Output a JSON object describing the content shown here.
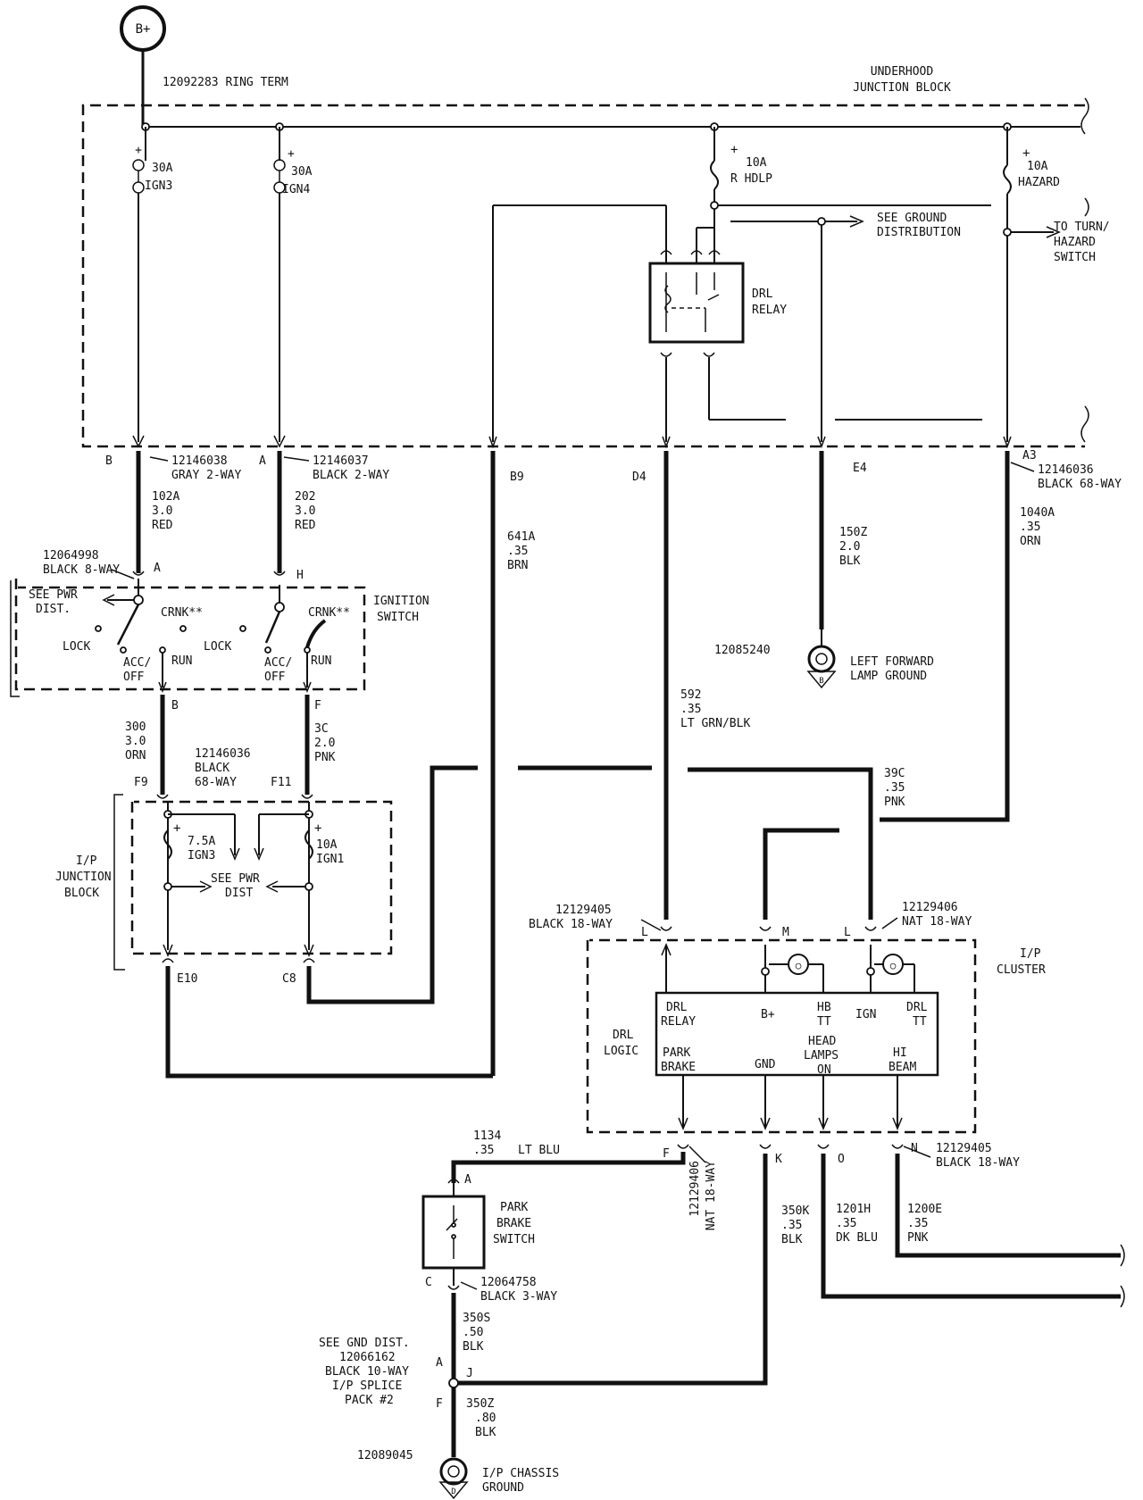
{
  "battery": {
    "label": "B+"
  },
  "ring_term": "12092283 RING TERM",
  "underhood": {
    "title1": "UNDERHOOD",
    "title2": "JUNCTION BLOCK",
    "fuses": [
      {
        "amps": "30A",
        "name": "IGN3"
      },
      {
        "amps": "30A",
        "name": "IGN4"
      },
      {
        "amps": "10A",
        "name": "R HDLP"
      },
      {
        "amps": "10A",
        "name": "HAZARD"
      }
    ],
    "ground_dist1": "SEE GROUND",
    "ground_dist2": "DISTRIBUTION",
    "turn1": "TO TURN/",
    "turn2": "HAZARD",
    "turn3": "SWITCH",
    "relay1": "DRL",
    "relay2": "RELAY"
  },
  "connectors": {
    "c1": {
      "pin": "B",
      "part": "12146038",
      "desc": "GRAY 2-WAY"
    },
    "c2": {
      "pin": "A",
      "part": "12146037",
      "desc": "BLACK 2-WAY"
    },
    "c3": {
      "part": "12146036",
      "desc": "BLACK 68-WAY",
      "pins": [
        "B9",
        "D4",
        "E4",
        "A3"
      ]
    },
    "ign_conn": {
      "part": "12064998",
      "desc": "BLACK 8-WAY",
      "pin_a": "A",
      "pin_h": "H"
    },
    "ign_out": {
      "pin_b": "B",
      "pin_f": "F"
    },
    "ip_conn": {
      "part": "12146036",
      "desc1": "BLACK",
      "desc2": "68-WAY",
      "pin_f9": "F9",
      "pin_f11": "F11",
      "pin_e10": "E10",
      "pin_c8": "C8"
    },
    "cl_left": {
      "part": "12129405",
      "desc": "BLACK 18-WAY",
      "pin": "L"
    },
    "cl_mid": {
      "pin": "M"
    },
    "cl_right": {
      "part": "12129406",
      "desc": "NAT 18-WAY",
      "pin": "L"
    },
    "cl_bottom": {
      "part": "12129405",
      "desc": "BLACK 18-WAY",
      "pin_n": "N",
      "pin_o": "O",
      "pin_k": "K",
      "pin_f": "F"
    },
    "cl_vert": {
      "part": "12129406",
      "desc": "NAT 18-WAY"
    },
    "pb_conn": {
      "part": "12064758",
      "desc": "BLACK 3-WAY",
      "pin_a": "A",
      "pin_c": "C"
    }
  },
  "wires": {
    "w102A": [
      "102A",
      "3.0",
      "RED"
    ],
    "w202": [
      "202",
      "3.0",
      "RED"
    ],
    "w641A": [
      "641A",
      ".35",
      "BRN"
    ],
    "w150Z": [
      "150Z",
      "2.0",
      "BLK"
    ],
    "w1040A": [
      "1040A",
      ".35",
      "ORN"
    ],
    "w300": [
      "300",
      "3.0",
      "ORN"
    ],
    "w3C": [
      "3C",
      "2.0",
      "PNK"
    ],
    "w592": [
      "592",
      ".35",
      "LT GRN/BLK"
    ],
    "w39C": [
      "39C",
      ".35",
      "PNK"
    ],
    "w1134": [
      "1134",
      ".35",
      "LT BLU"
    ],
    "w350K": [
      "350K",
      ".35",
      "BLK"
    ],
    "w1201H": [
      "1201H",
      ".35",
      "DK BLU"
    ],
    "w1200E": [
      "1200E",
      ".35",
      "PNK"
    ],
    "w350S": [
      "350S",
      ".50",
      "BLK"
    ],
    "w350Z": [
      "350Z",
      ".80",
      "BLK"
    ]
  },
  "ignition": {
    "title1": "IGNITION",
    "title2": "SWITCH",
    "see_pwr1": "SEE PWR",
    "see_pwr2": "DIST.",
    "crnk": "CRNK**",
    "lock": "LOCK",
    "acc": "ACC/",
    "off": "OFF",
    "run": "RUN"
  },
  "ip_block": {
    "title1": "I/P",
    "title2": "JUNCTION",
    "title3": "BLOCK",
    "fuse1_amps": "7.5A",
    "fuse1_name": "IGN3",
    "fuse2_amps": "10A",
    "fuse2_name": "IGN1",
    "see_pwr1": "SEE PWR",
    "see_pwr2": "DIST"
  },
  "left_ground": {
    "part": "12085240",
    "label1": "LEFT FORWARD",
    "label2": "LAMP GROUND",
    "letter": "B"
  },
  "cluster": {
    "title1": "I/P",
    "title2": "CLUSTER",
    "logic1": "DRL",
    "logic2": "LOGIC",
    "drl_relay1": "DRL",
    "drl_relay2": "RELAY",
    "bplus": "B+",
    "hb1": "HB",
    "hb2": "TT",
    "ign": "IGN",
    "drl_tt1": "DRL",
    "drl_tt2": "TT",
    "park1": "PARK",
    "park2": "BRAKE",
    "gnd": "GND",
    "head1": "HEAD",
    "head2": "LAMPS",
    "head3": "ON",
    "hi1": "HI",
    "hi2": "BEAM"
  },
  "park_switch": {
    "title1": "PARK",
    "title2": "BRAKE",
    "title3": "SWITCH"
  },
  "splice": {
    "l1": "SEE GND DIST.",
    "l2": "12066162",
    "l3": "BLACK 10-WAY",
    "l4": "I/P SPLICE",
    "l5": "PACK  #2",
    "pin_a": "A",
    "pin_j": "J",
    "pin_f": "F"
  },
  "chassis_ground": {
    "part": "12089045",
    "label1": "I/P CHASSIS",
    "label2": "GROUND",
    "letter": "D"
  }
}
